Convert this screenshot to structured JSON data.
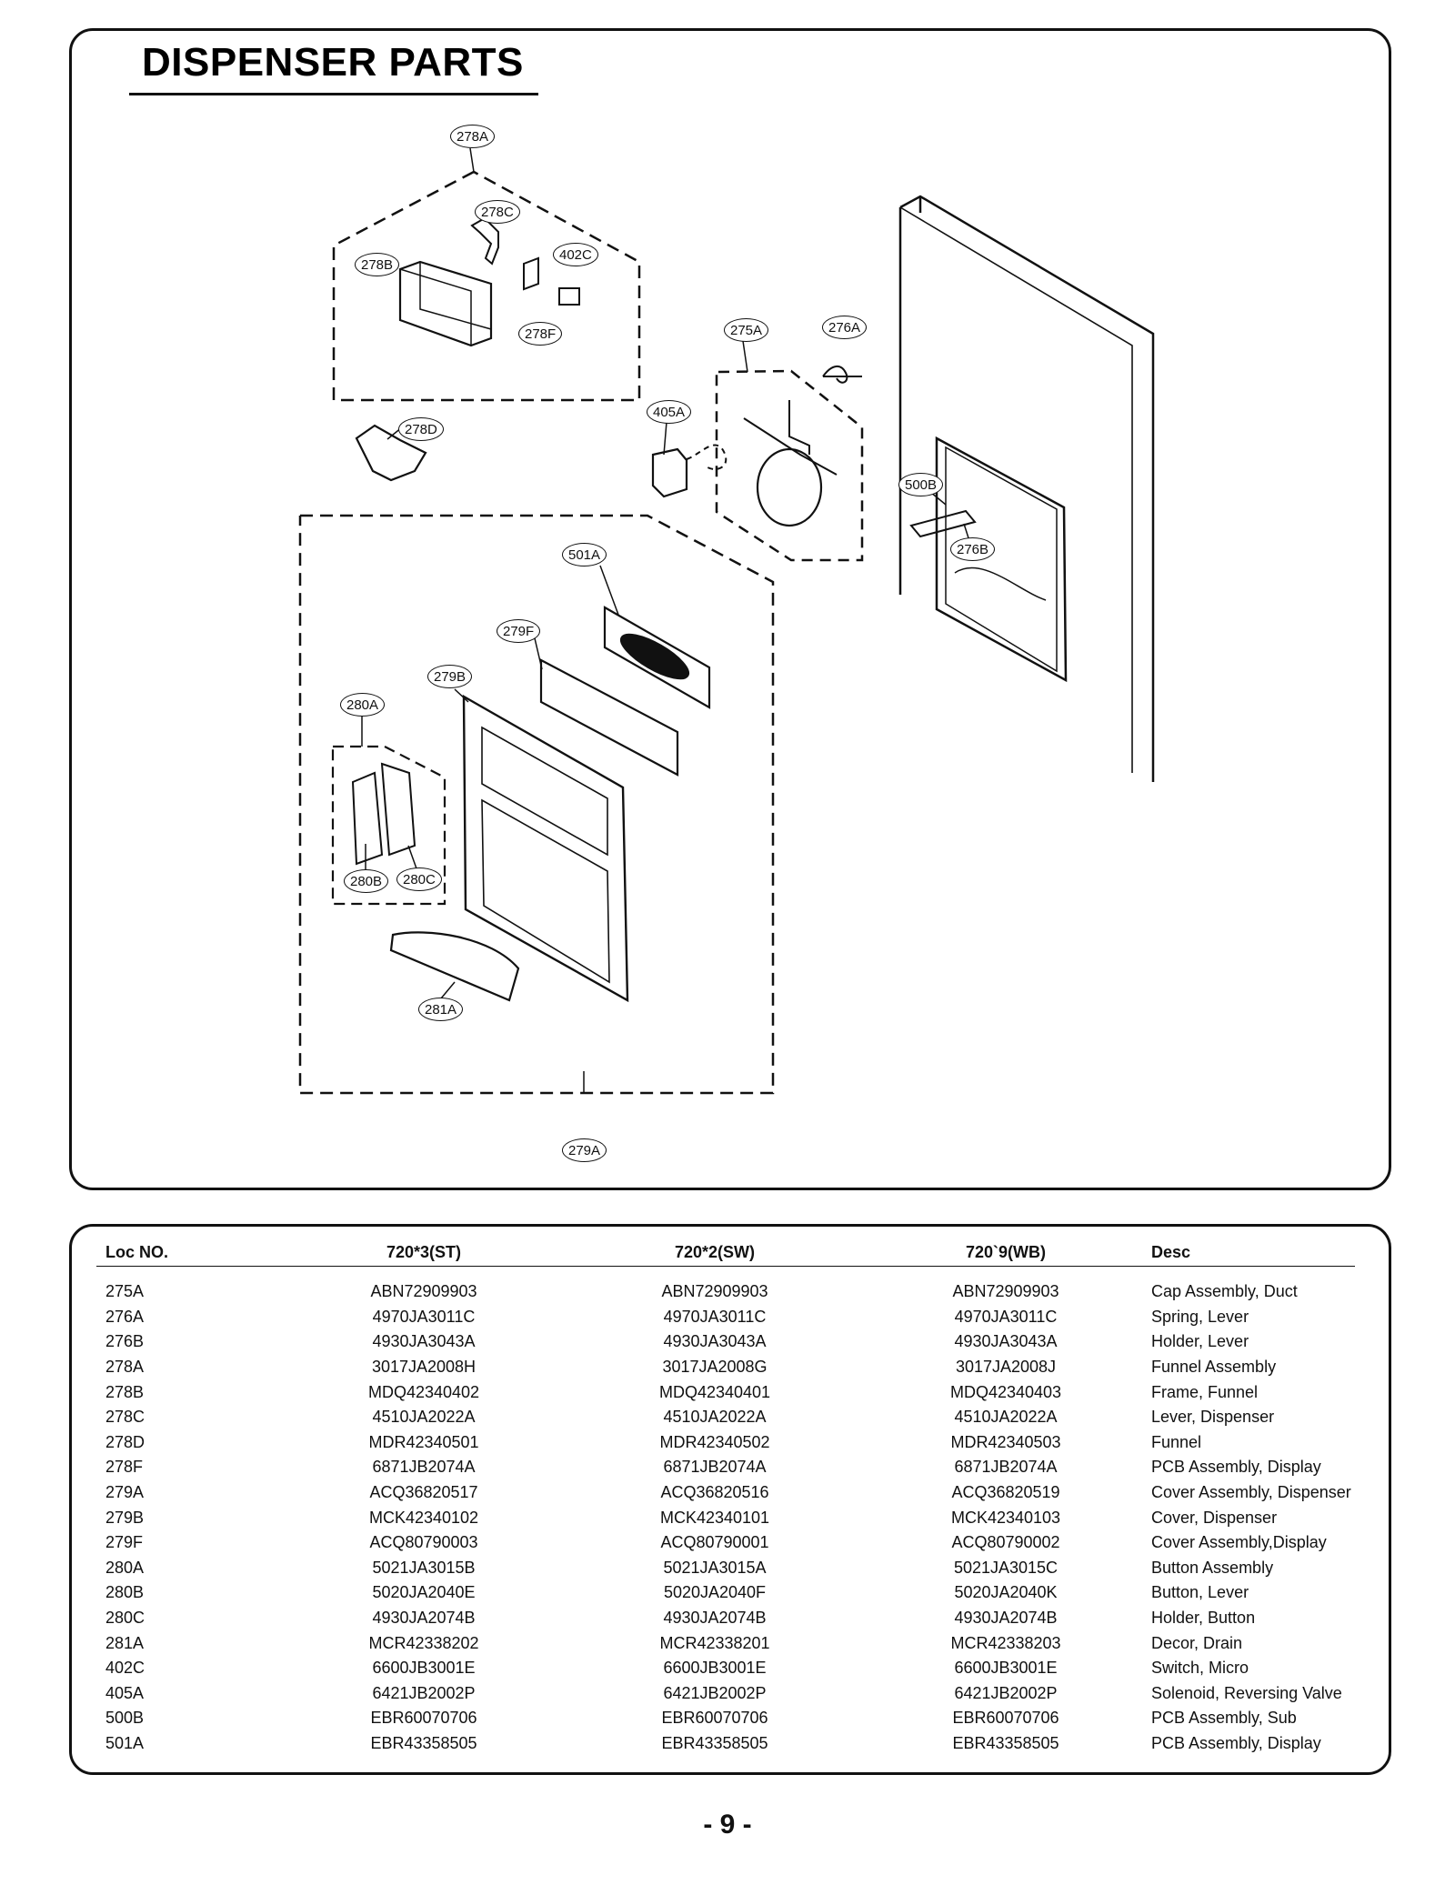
{
  "title": "DISPENSER PARTS",
  "callouts": {
    "c278A": "278A",
    "c278C": "278C",
    "c402C": "402C",
    "c278B": "278B",
    "c278F": "278F",
    "c275A": "275A",
    "c276A": "276A",
    "c278D": "278D",
    "c405A": "405A",
    "c500B": "500B",
    "c276B": "276B",
    "c501A": "501A",
    "c279F": "279F",
    "c279B": "279B",
    "c280A": "280A",
    "c280B": "280B",
    "c280C": "280C",
    "c281A": "281A",
    "c279A": "279A"
  },
  "table": {
    "headers": [
      "Loc NO.",
      "720*3(ST)",
      "720*2(SW)",
      "720`9(WB)",
      "Desc"
    ],
    "rows": [
      [
        "275A",
        "ABN72909903",
        "ABN72909903",
        "ABN72909903",
        "Cap Assembly, Duct"
      ],
      [
        "276A",
        "4970JA3011C",
        "4970JA3011C",
        "4970JA3011C",
        "Spring, Lever"
      ],
      [
        "276B",
        "4930JA3043A",
        "4930JA3043A",
        "4930JA3043A",
        "Holder, Lever"
      ],
      [
        "278A",
        "3017JA2008H",
        "3017JA2008G",
        "3017JA2008J",
        "Funnel Assembly"
      ],
      [
        "278B",
        "MDQ42340402",
        "MDQ42340401",
        "MDQ42340403",
        "Frame, Funnel"
      ],
      [
        "278C",
        "4510JA2022A",
        "4510JA2022A",
        "4510JA2022A",
        "Lever, Dispenser"
      ],
      [
        "278D",
        "MDR42340501",
        "MDR42340502",
        "MDR42340503",
        "Funnel"
      ],
      [
        "278F",
        "6871JB2074A",
        "6871JB2074A",
        "6871JB2074A",
        "PCB Assembly, Display"
      ],
      [
        "279A",
        "ACQ36820517",
        "ACQ36820516",
        "ACQ36820519",
        "Cover Assembly, Dispenser"
      ],
      [
        "279B",
        "MCK42340102",
        "MCK42340101",
        "MCK42340103",
        "Cover, Dispenser"
      ],
      [
        "279F",
        "ACQ80790003",
        "ACQ80790001",
        "ACQ80790002",
        "Cover Assembly,Display"
      ],
      [
        "280A",
        "5021JA3015B",
        "5021JA3015A",
        "5021JA3015C",
        "Button Assembly"
      ],
      [
        "280B",
        "5020JA2040E",
        "5020JA2040F",
        "5020JA2040K",
        "Button, Lever"
      ],
      [
        "280C",
        "4930JA2074B",
        "4930JA2074B",
        "4930JA2074B",
        "Holder, Button"
      ],
      [
        "281A",
        "MCR42338202",
        "MCR42338201",
        "MCR42338203",
        "Decor, Drain"
      ],
      [
        "402C",
        "6600JB3001E",
        "6600JB3001E",
        "6600JB3001E",
        "Switch, Micro"
      ],
      [
        "405A",
        "6421JB2002P",
        "6421JB2002P",
        "6421JB2002P",
        "Solenoid, Reversing Valve"
      ],
      [
        "500B",
        "EBR60070706",
        "EBR60070706",
        "EBR60070706",
        "PCB Assembly, Sub"
      ],
      [
        "501A",
        "EBR43358505",
        "EBR43358505",
        "EBR43358505",
        "PCB Assembly, Display"
      ]
    ]
  },
  "page_number": "- 9 -"
}
